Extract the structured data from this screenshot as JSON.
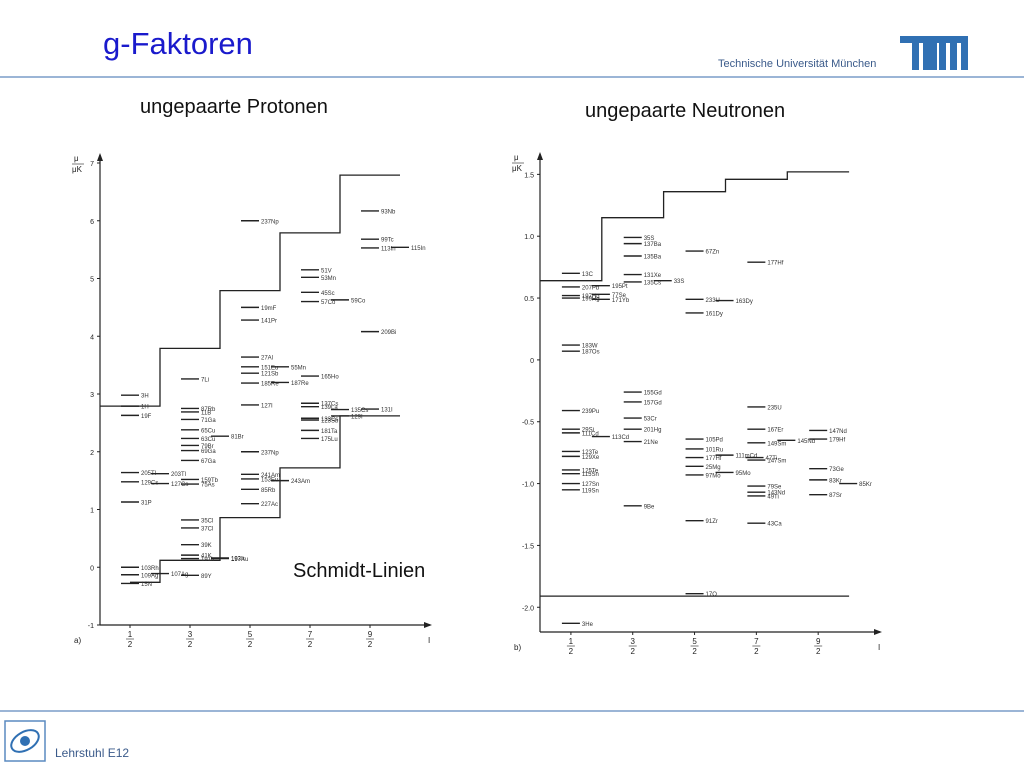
{
  "slide": {
    "title": "g-Faktoren",
    "university": "Technische Universität München",
    "chair": "Lehrstuhl E12",
    "brand_color": "#1a1acc",
    "accent_color": "#9bb5d6"
  },
  "headings": {
    "protons": "ungepaarte Protonen",
    "neutrons": "ungepaarte Neutronen",
    "schmidt": "Schmidt-Linien"
  },
  "chart_data": [
    {
      "type": "scatter",
      "panel": "a)",
      "title": "",
      "xlabel": "I",
      "ylabel": "μ / μK",
      "xlim": [
        0,
        5.5
      ],
      "ylim": [
        -1,
        7
      ],
      "yticks": [
        "-1",
        "0",
        "1",
        "2",
        "3",
        "4",
        "5",
        "6",
        "7"
      ],
      "xticks": [
        {
          "value": 0.5,
          "num": "1",
          "den": "2"
        },
        {
          "value": 1.5,
          "num": "3",
          "den": "2"
        },
        {
          "value": 2.5,
          "num": "5",
          "den": "2"
        },
        {
          "value": 3.5,
          "num": "7",
          "den": "2"
        },
        {
          "value": 4.5,
          "num": "9",
          "den": "2"
        }
      ],
      "grid": false,
      "legend": "none",
      "schmidt_upper": [
        [
          0,
          2.79
        ],
        [
          1,
          2.79
        ],
        [
          1,
          3.79
        ],
        [
          2,
          3.79
        ],
        [
          2,
          4.79
        ],
        [
          3,
          4.79
        ],
        [
          3,
          5.79
        ],
        [
          4,
          5.79
        ],
        [
          4,
          6.79
        ],
        [
          5,
          6.79
        ]
      ],
      "schmidt_lower": [
        [
          0.5,
          -0.26
        ],
        [
          1,
          -0.26
        ],
        [
          1,
          0.12
        ],
        [
          2,
          0.12
        ],
        [
          2,
          0.86
        ],
        [
          3,
          0.86
        ],
        [
          3,
          1.72
        ],
        [
          4,
          1.72
        ],
        [
          4,
          2.62
        ],
        [
          5,
          2.62
        ]
      ],
      "nuclides": [
        {
          "label": "3H",
          "x": 0.5,
          "y": 2.98
        },
        {
          "label": "1H",
          "x": 0.5,
          "y": 2.79
        },
        {
          "label": "19F",
          "x": 0.5,
          "y": 2.63
        },
        {
          "label": "205Tl",
          "x": 0.5,
          "y": 1.64
        },
        {
          "label": "203Tl",
          "x": 0.5,
          "y": 1.62
        },
        {
          "label": "129Cs",
          "x": 0.5,
          "y": 1.48
        },
        {
          "label": "127Cs",
          "x": 0.5,
          "y": 1.45
        },
        {
          "label": "31P",
          "x": 0.5,
          "y": 1.13
        },
        {
          "label": "103Rh",
          "x": 0.5,
          "y": 0.0
        },
        {
          "label": "109Ag",
          "x": 0.5,
          "y": -0.13
        },
        {
          "label": "107Ag",
          "x": 0.5,
          "y": -0.11
        },
        {
          "label": "89Y",
          "x": 0.5,
          "y": -0.14
        },
        {
          "label": "15N",
          "x": 0.5,
          "y": -0.28
        },
        {
          "label": "7Li",
          "x": 1.5,
          "y": 3.26
        },
        {
          "label": "87Rb",
          "x": 1.5,
          "y": 2.75
        },
        {
          "label": "11B",
          "x": 1.5,
          "y": 2.69
        },
        {
          "label": "65Cu",
          "x": 1.5,
          "y": 2.38
        },
        {
          "label": "63Cu",
          "x": 1.5,
          "y": 2.23
        },
        {
          "label": "79Br",
          "x": 1.5,
          "y": 2.11
        },
        {
          "label": "81Br",
          "x": 1.5,
          "y": 2.27
        },
        {
          "label": "69Ga",
          "x": 1.5,
          "y": 2.02
        },
        {
          "label": "71Ga",
          "x": 1.5,
          "y": 2.56
        },
        {
          "label": "67Ga",
          "x": 1.5,
          "y": 1.85
        },
        {
          "label": "159Tb",
          "x": 1.5,
          "y": 1.52
        },
        {
          "label": "75As",
          "x": 1.5,
          "y": 1.44
        },
        {
          "label": "35Cl",
          "x": 1.5,
          "y": 0.82
        },
        {
          "label": "37Cl",
          "x": 1.5,
          "y": 0.68
        },
        {
          "label": "39K",
          "x": 1.5,
          "y": 0.39
        },
        {
          "label": "41K",
          "x": 1.5,
          "y": 0.21
        },
        {
          "label": "191Ir",
          "x": 1.5,
          "y": 0.15
        },
        {
          "label": "193Ir",
          "x": 1.5,
          "y": 0.16
        },
        {
          "label": "197Au",
          "x": 1.5,
          "y": 0.15
        },
        {
          "label": "237Np",
          "x": 2.5,
          "y": 6.0
        },
        {
          "label": "19mF",
          "x": 2.5,
          "y": 4.5
        },
        {
          "label": "141Pr",
          "x": 2.5,
          "y": 4.28
        },
        {
          "label": "151Eu",
          "x": 2.5,
          "y": 3.47
        },
        {
          "label": "27Al",
          "x": 2.5,
          "y": 3.64
        },
        {
          "label": "55Mn",
          "x": 2.5,
          "y": 3.47
        },
        {
          "label": "121Sb",
          "x": 2.5,
          "y": 3.36
        },
        {
          "label": "185Re",
          "x": 2.5,
          "y": 3.19
        },
        {
          "label": "187Re",
          "x": 2.5,
          "y": 3.2
        },
        {
          "label": "127I",
          "x": 2.5,
          "y": 2.81
        },
        {
          "label": "237Np",
          "x": 2.5,
          "y": 2.0
        },
        {
          "label": "153Eu",
          "x": 2.5,
          "y": 1.53
        },
        {
          "label": "241Am",
          "x": 2.5,
          "y": 1.61
        },
        {
          "label": "243Am",
          "x": 2.5,
          "y": 1.5
        },
        {
          "label": "85Rb",
          "x": 2.5,
          "y": 1.35
        },
        {
          "label": "227Ac",
          "x": 2.5,
          "y": 1.1
        },
        {
          "label": "51V",
          "x": 3.5,
          "y": 5.15
        },
        {
          "label": "53Mn",
          "x": 3.5,
          "y": 5.02
        },
        {
          "label": "45Sc",
          "x": 3.5,
          "y": 4.76
        },
        {
          "label": "57Co",
          "x": 3.5,
          "y": 4.6
        },
        {
          "label": "59Co",
          "x": 3.5,
          "y": 4.63
        },
        {
          "label": "165Ho",
          "x": 3.5,
          "y": 3.31
        },
        {
          "label": "137Cs",
          "x": 3.5,
          "y": 2.84
        },
        {
          "label": "139La",
          "x": 3.5,
          "y": 2.78
        },
        {
          "label": "135Cs",
          "x": 3.5,
          "y": 2.73
        },
        {
          "label": "133Cs",
          "x": 3.5,
          "y": 2.58
        },
        {
          "label": "129I",
          "x": 3.5,
          "y": 2.62
        },
        {
          "label": "131I",
          "x": 3.5,
          "y": 2.74
        },
        {
          "label": "123Sb",
          "x": 3.5,
          "y": 2.55
        },
        {
          "label": "181Ta",
          "x": 3.5,
          "y": 2.37
        },
        {
          "label": "175Lu",
          "x": 3.5,
          "y": 2.23
        },
        {
          "label": "93Nb",
          "x": 4.5,
          "y": 6.17
        },
        {
          "label": "99Tc",
          "x": 4.5,
          "y": 5.68
        },
        {
          "label": "113In",
          "x": 4.5,
          "y": 5.53
        },
        {
          "label": "115In",
          "x": 4.5,
          "y": 5.54
        },
        {
          "label": "209Bi",
          "x": 4.5,
          "y": 4.08
        }
      ]
    },
    {
      "type": "scatter",
      "panel": "b)",
      "title": "",
      "xlabel": "I",
      "ylabel": "μ / μK",
      "xlim": [
        0,
        5.5
      ],
      "ylim": [
        -2.2,
        1.6
      ],
      "yticks": [
        "-2.0",
        "-1.5",
        "-1.0",
        "-0.5",
        "0",
        "0.5",
        "1.0",
        "1.5"
      ],
      "xticks": [
        {
          "value": 0.5,
          "num": "1",
          "den": "2"
        },
        {
          "value": 1.5,
          "num": "3",
          "den": "2"
        },
        {
          "value": 2.5,
          "num": "5",
          "den": "2"
        },
        {
          "value": 3.5,
          "num": "7",
          "den": "2"
        },
        {
          "value": 4.5,
          "num": "9",
          "den": "2"
        }
      ],
      "grid": false,
      "legend": "none",
      "schmidt_upper": [
        [
          0,
          0.64
        ],
        [
          1,
          0.64
        ],
        [
          1,
          1.15
        ],
        [
          2,
          1.15
        ],
        [
          2,
          1.36
        ],
        [
          3,
          1.36
        ],
        [
          3,
          1.46
        ],
        [
          4,
          1.46
        ],
        [
          4,
          1.52
        ],
        [
          5,
          1.52
        ]
      ],
      "schmidt_lower": [
        [
          0,
          -1.91
        ],
        [
          5,
          -1.91
        ]
      ],
      "nuclides": [
        {
          "label": "13C",
          "x": 0.5,
          "y": 0.7
        },
        {
          "label": "207Pb",
          "x": 0.5,
          "y": 0.59
        },
        {
          "label": "195Pt",
          "x": 0.5,
          "y": 0.6
        },
        {
          "label": "197Hg",
          "x": 0.5,
          "y": 0.52
        },
        {
          "label": "77Se",
          "x": 0.5,
          "y": 0.53
        },
        {
          "label": "199Hg",
          "x": 0.5,
          "y": 0.5
        },
        {
          "label": "171Yb",
          "x": 0.5,
          "y": 0.49
        },
        {
          "label": "187Os",
          "x": 0.5,
          "y": 0.07
        },
        {
          "label": "183W",
          "x": 0.5,
          "y": 0.12
        },
        {
          "label": "111Cd",
          "x": 0.5,
          "y": -0.59
        },
        {
          "label": "113Cd",
          "x": 0.5,
          "y": -0.62
        },
        {
          "label": "29Si",
          "x": 0.5,
          "y": -0.56
        },
        {
          "label": "123Te",
          "x": 0.5,
          "y": -0.74
        },
        {
          "label": "129Xe",
          "x": 0.5,
          "y": -0.78
        },
        {
          "label": "125Te",
          "x": 0.5,
          "y": -0.89
        },
        {
          "label": "115Sn",
          "x": 0.5,
          "y": -0.92
        },
        {
          "label": "127Sn",
          "x": 0.5,
          "y": -1.0
        },
        {
          "label": "119Sn",
          "x": 0.5,
          "y": -1.05
        },
        {
          "label": "239Pu",
          "x": 0.5,
          "y": -0.41
        },
        {
          "label": "3He",
          "x": 0.5,
          "y": -2.13
        },
        {
          "label": "135Cs",
          "x": 1.5,
          "y": 0.63
        },
        {
          "label": "35S",
          "x": 1.5,
          "y": 0.99
        },
        {
          "label": "137Ba",
          "x": 1.5,
          "y": 0.94
        },
        {
          "label": "135Ba",
          "x": 1.5,
          "y": 0.84
        },
        {
          "label": "131Xe",
          "x": 1.5,
          "y": 0.69
        },
        {
          "label": "33S",
          "x": 1.5,
          "y": 0.64
        },
        {
          "label": "155Gd",
          "x": 1.5,
          "y": -0.26
        },
        {
          "label": "157Gd",
          "x": 1.5,
          "y": -0.34
        },
        {
          "label": "53Cr",
          "x": 1.5,
          "y": -0.47
        },
        {
          "label": "201Hg",
          "x": 1.5,
          "y": -0.56
        },
        {
          "label": "21Ne",
          "x": 1.5,
          "y": -0.66
        },
        {
          "label": "9Be",
          "x": 1.5,
          "y": -1.18
        },
        {
          "label": "91Zr",
          "x": 2.5,
          "y": -1.3
        },
        {
          "label": "67Zn",
          "x": 2.5,
          "y": 0.88
        },
        {
          "label": "233U",
          "x": 2.5,
          "y": 0.49
        },
        {
          "label": "163Dy",
          "x": 2.5,
          "y": 0.48
        },
        {
          "label": "161Dy",
          "x": 2.5,
          "y": 0.38
        },
        {
          "label": "105Pd",
          "x": 2.5,
          "y": -0.64
        },
        {
          "label": "101Ru",
          "x": 2.5,
          "y": -0.72
        },
        {
          "label": "177Hf",
          "x": 2.5,
          "y": -0.79
        },
        {
          "label": "111mCd",
          "x": 2.5,
          "y": -0.77
        },
        {
          "label": "47Ti",
          "x": 2.5,
          "y": -0.79
        },
        {
          "label": "25Mg",
          "x": 2.5,
          "y": -0.86
        },
        {
          "label": "95Mo",
          "x": 2.5,
          "y": -0.91
        },
        {
          "label": "97Mo",
          "x": 2.5,
          "y": -0.93
        },
        {
          "label": "17O",
          "x": 2.5,
          "y": -1.89
        },
        {
          "label": "177Hf",
          "x": 3.5,
          "y": 0.79
        },
        {
          "label": "149Sm",
          "x": 3.5,
          "y": -0.67
        },
        {
          "label": "235U",
          "x": 3.5,
          "y": -0.38
        },
        {
          "label": "167Er",
          "x": 3.5,
          "y": -0.56
        },
        {
          "label": "145Nd",
          "x": 3.5,
          "y": -0.65
        },
        {
          "label": "147Sm",
          "x": 3.5,
          "y": -0.81
        },
        {
          "label": "143Nd",
          "x": 3.5,
          "y": -1.07
        },
        {
          "label": "79Se",
          "x": 3.5,
          "y": -1.02
        },
        {
          "label": "49Ti",
          "x": 3.5,
          "y": -1.1
        },
        {
          "label": "43Ca",
          "x": 3.5,
          "y": -1.32
        },
        {
          "label": "147Nd",
          "x": 4.5,
          "y": -0.57
        },
        {
          "label": "179Hf",
          "x": 4.5,
          "y": -0.64
        },
        {
          "label": "73Ge",
          "x": 4.5,
          "y": -0.88
        },
        {
          "label": "83Kr",
          "x": 4.5,
          "y": -0.97
        },
        {
          "label": "85Kr",
          "x": 4.5,
          "y": -1.0
        },
        {
          "label": "87Sr",
          "x": 4.5,
          "y": -1.09
        }
      ]
    }
  ]
}
